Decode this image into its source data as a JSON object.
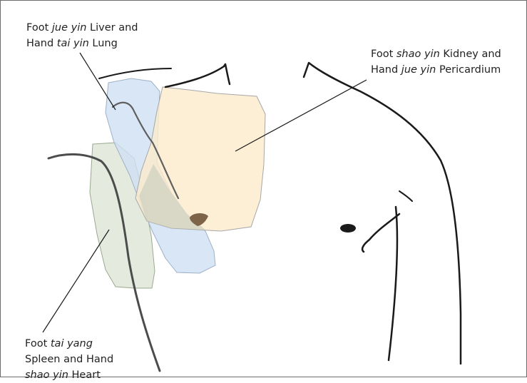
{
  "labels": {
    "liver_lung": {
      "line1": [
        "Foot ",
        "jue yin",
        " Liver and"
      ],
      "line2": [
        "Hand ",
        "tai yin",
        " Lung"
      ]
    },
    "kidney_pericardium": {
      "line1": [
        "Foot ",
        "shao yin",
        " Kidney and"
      ],
      "line2": [
        "Hand ",
        "jue yin",
        " Pericardium"
      ]
    },
    "spleen_heart": {
      "line1": [
        "Foot ",
        "tai yang"
      ],
      "line2": [
        "Spleen and Hand"
      ],
      "line3": [
        "shao yin",
        " Heart"
      ]
    }
  },
  "colors": {
    "liver_lung_region": "#cfe0f2",
    "kidney_pericardium_region": "#fbebcd",
    "spleen_heart_region": "#dfe8d8",
    "outline": "#1a1a1a",
    "marker": "#7d6448"
  }
}
